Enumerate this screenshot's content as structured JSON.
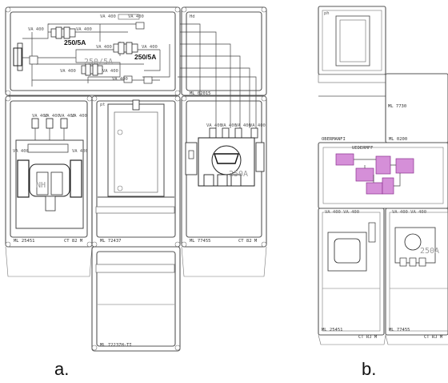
{
  "captions": {
    "a": "a.",
    "b": "b."
  },
  "panel_a": {
    "top_box": {
      "label_topleft": "VA 400",
      "label_top2": "VA 400",
      "label_top3": "VA 400",
      "label_mid_l": "VA 400",
      "label_mid_r": "VA 400",
      "ct_label_1": "250/5A",
      "ct_label_2": "250/5A",
      "ct_label_3": "250/5A",
      "label_low_l": "VA 400",
      "label_low_m": "VA 400",
      "label_low_r": "VA 400"
    },
    "right_top": {
      "label": "Hd"
    },
    "right_fuse_labels": [
      "VA 400",
      "VA 400",
      "VA 400",
      "VA 400"
    ],
    "right_marker": "ML 02015",
    "switch_rating": "250A",
    "left_fuse_labels": [
      "VA 400",
      "VA 400",
      "VA 400",
      "VA 400"
    ],
    "left_side_labels": [
      "VA 400",
      "VA 400"
    ],
    "left_fuse_text": "NH",
    "meter_mark": "pt",
    "markers": {
      "left_bottom": "ML 25451",
      "left_bottom_r": "CT 82 M",
      "center_bottom": "ML 72437",
      "right_bottom": "ML 77455",
      "right_bottom_r": "CT 82 M",
      "lower_center": "ML 72237H-TI"
    }
  },
  "panel_b": {
    "labels": {
      "top": "ph",
      "mid_right": "ML 7730",
      "mid_left": "OBERMANFI",
      "mid_mid": "ML 0200",
      "pink_top": "UEDERMFF",
      "bottom_left": "ML 25451",
      "bottom_mid": "ML 77455",
      "bottom_r1": "CT RJ M",
      "bottom_r2": "CT RJ M",
      "fuse_row_l": "VA 400 VA 400",
      "fuse_row_r": "VA 400 VA 400",
      "switch_rating": "250A"
    }
  }
}
